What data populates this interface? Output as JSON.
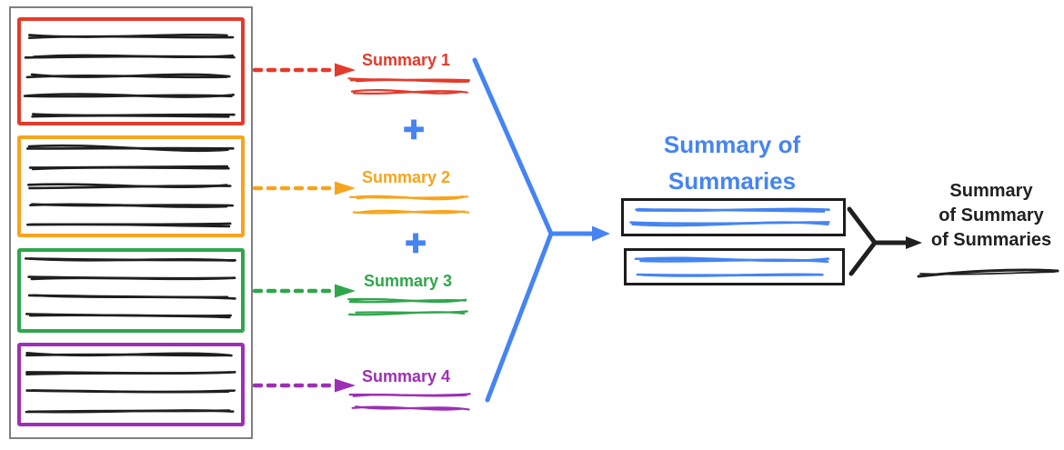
{
  "colors": {
    "red": "#E43A2B",
    "orange": "#F7A41C",
    "green": "#2FA64C",
    "purple": "#9D2FB5",
    "blue": "#4584F2",
    "ink": "#1F1F1F",
    "container_border": "#808080",
    "box_border": "#1C1C1C",
    "final_text": "#212121"
  },
  "documents": [
    {
      "name": "document-1",
      "color": "red",
      "text_lines": 5
    },
    {
      "name": "document-2",
      "color": "orange",
      "text_lines": 5
    },
    {
      "name": "document-3",
      "color": "green",
      "text_lines": 4
    },
    {
      "name": "document-4",
      "color": "purple",
      "text_lines": 4
    }
  ],
  "summaries": [
    {
      "label": "Summary 1",
      "color": "red"
    },
    {
      "label": "Summary 2",
      "color": "orange"
    },
    {
      "label": "Summary 3",
      "color": "green"
    },
    {
      "label": "Summary 4",
      "color": "purple"
    }
  ],
  "plus_sign": "+",
  "summary_of_summaries": {
    "title_lines": [
      "Summary of",
      "Summaries"
    ],
    "box_count": 2
  },
  "final_summary": {
    "label_lines": [
      "Summary",
      "of Summary",
      "of Summaries"
    ]
  }
}
